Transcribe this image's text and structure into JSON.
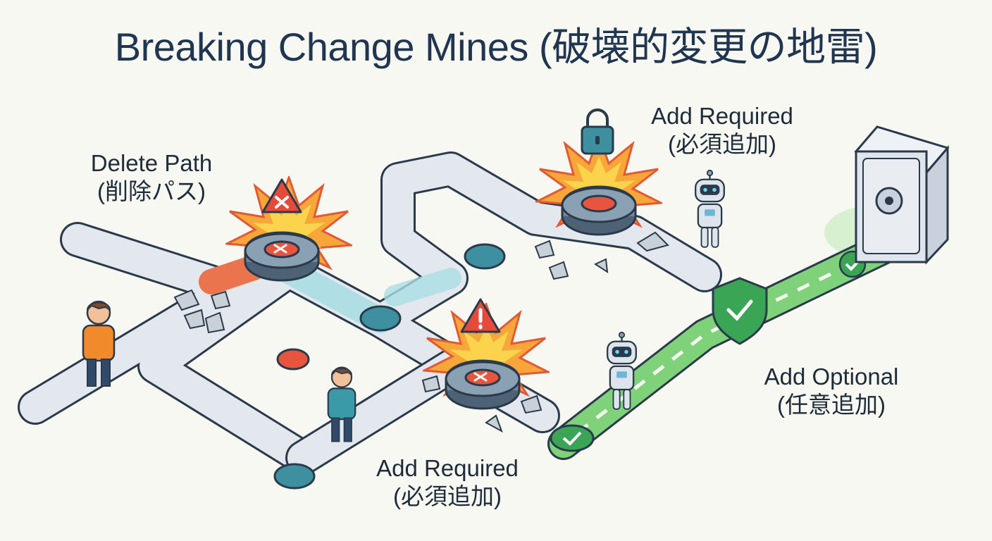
{
  "title": "Breaking Change Mines (破壊的変更の地雷)",
  "labels": {
    "delete_path": {
      "en": "Delete Path",
      "jp": "(削除パス)"
    },
    "add_required_top": {
      "en": "Add Required",
      "jp": "(必須追加)"
    },
    "add_required_bottom": {
      "en": "Add Required",
      "jp": "(必須追加)"
    },
    "add_optional": {
      "en": "Add Optional",
      "jp": "(任意追加)"
    }
  },
  "colors": {
    "path": "#e3e8ee",
    "path_outline": "#2b3a4a",
    "safe_path": "#7fd27a",
    "mine_top": "#e8553f",
    "explosion": "#f7a63a",
    "warning": "#e64a3b",
    "node": "#3e8fa0",
    "shield": "#3aa655",
    "safe": "#dfe5ec"
  },
  "icons": [
    "warning-x-icon",
    "warning-exclamation-icon",
    "lock-icon",
    "shield-check-icon",
    "check-icon",
    "safe-icon",
    "person-icon",
    "robot-icon"
  ]
}
